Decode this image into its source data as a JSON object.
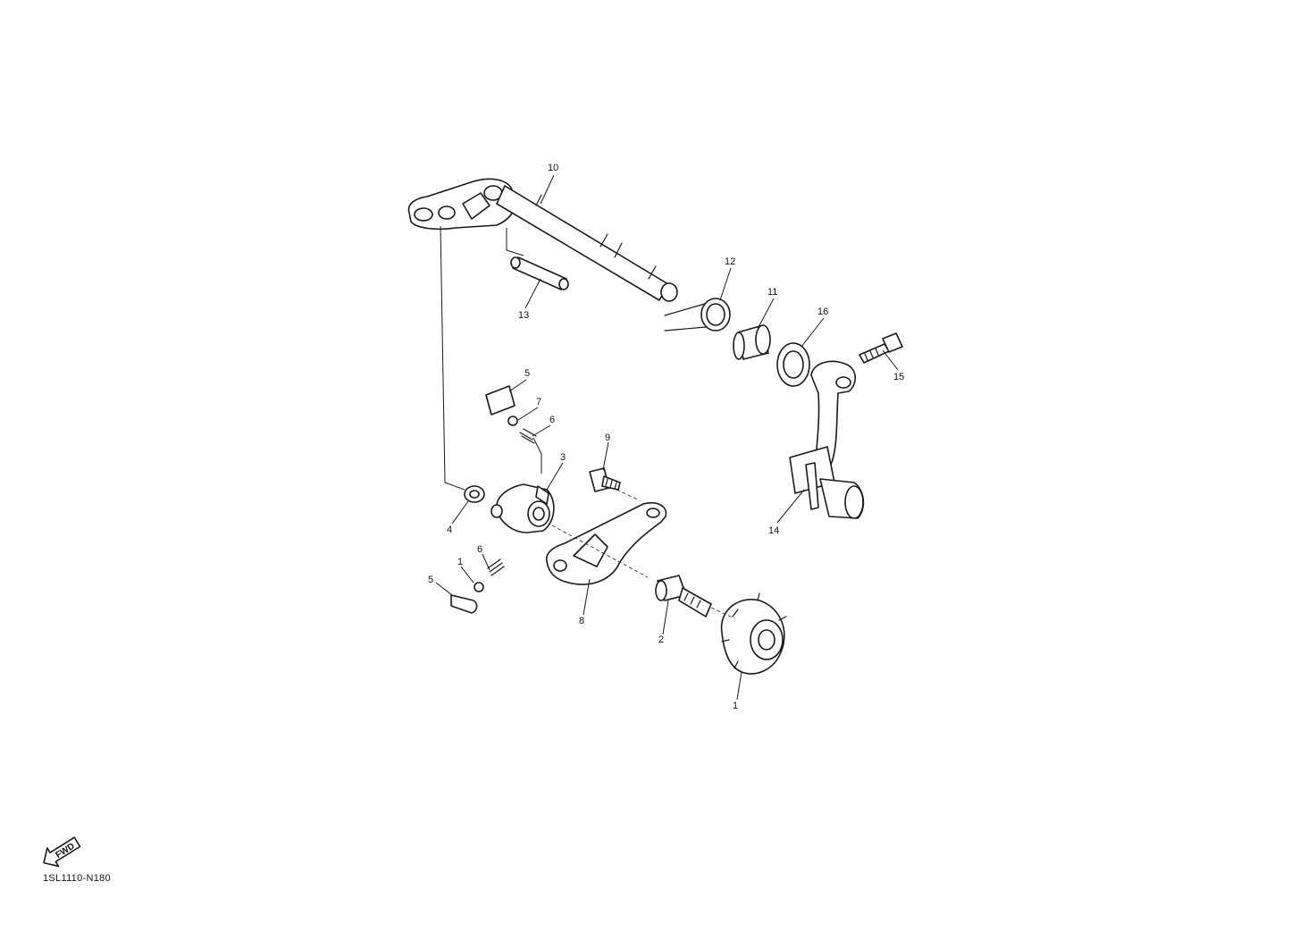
{
  "diagram": {
    "code": "1SL1110-N180",
    "fwd_label": "FWD",
    "callouts": [
      "10",
      "12",
      "11",
      "16",
      "15",
      "13",
      "5",
      "7",
      "6",
      "9",
      "3",
      "4",
      "14",
      "6",
      "1",
      "5",
      "8",
      "2",
      "1"
    ]
  },
  "colors": {
    "line": "#1a1a1a",
    "background": "#ffffff"
  }
}
